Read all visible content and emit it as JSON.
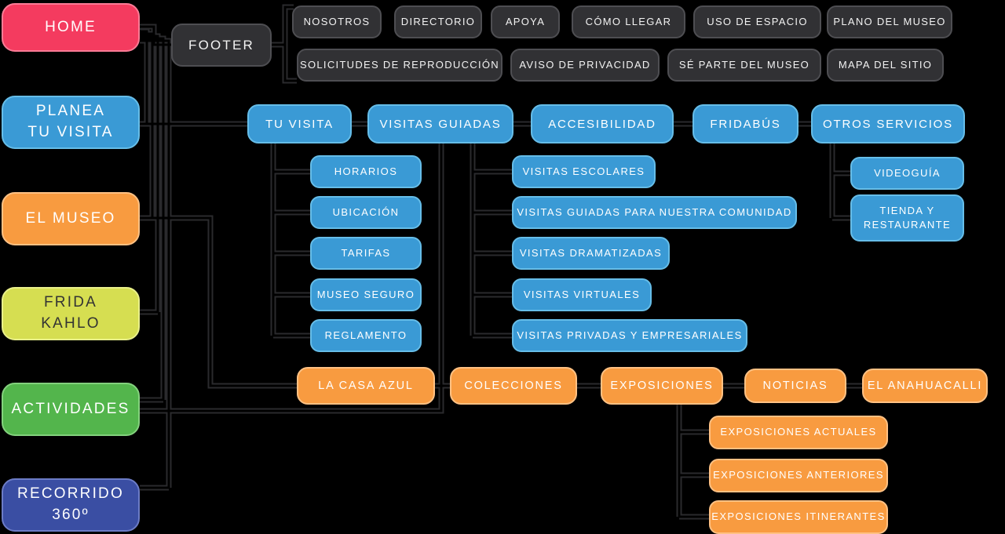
{
  "palette": {
    "pink": "#F43B5F",
    "blue": "#3A9AD5",
    "orange": "#F89B40",
    "lime": "#D6DE51",
    "green": "#53B54C",
    "navy": "#3A4EA3",
    "dark_box": "#313134",
    "line": "#2A2A2D",
    "background": "#000000"
  },
  "main_nav": [
    {
      "id": "home",
      "label": "HOME"
    },
    {
      "id": "planea-tu-visita",
      "label": "PLANEA\nTU VISITA"
    },
    {
      "id": "el-museo",
      "label": "EL MUSEO"
    },
    {
      "id": "frida-kahlo",
      "label": "FRIDA\nKAHLO"
    },
    {
      "id": "actividades",
      "label": "ACTIVIDADES"
    },
    {
      "id": "recorrido-360",
      "label": "RECORRIDO\n360º"
    }
  ],
  "footer": {
    "label": "FOOTER",
    "row1": [
      "NOSOTROS",
      "DIRECTORIO",
      "APOYA",
      "CÓMO LLEGAR",
      "USO DE ESPACIO",
      "PLANO DEL MUSEO"
    ],
    "row2": [
      "SOLICITUDES DE REPRODUCCIÓN",
      "AVISO DE PRIVACIDAD",
      "SÉ PARTE DEL MUSEO",
      "MAPA DEL SITIO"
    ]
  },
  "visita": {
    "items": [
      "TU VISITA",
      "VISITAS GUIADAS",
      "ACCESIBILIDAD",
      "FRIDABÚS",
      "OTROS SERVICIOS"
    ],
    "tu_visita_children": [
      "HORARIOS",
      "UBICACIÓN",
      "TARIFAS",
      "MUSEO SEGURO",
      "REGLAMENTO"
    ],
    "visitas_guiadas_children": [
      "VISITAS ESCOLARES",
      "VISITAS GUIADAS PARA NUESTRA COMUNIDAD",
      "VISITAS DRAMATIZADAS",
      "VISITAS VIRTUALES",
      "VISITAS PRIVADAS Y EMPRESARIALES"
    ],
    "otros_servicios_children": [
      "VIDEOGUÍA",
      "TIENDA Y\nRESTAURANTE"
    ]
  },
  "museo": {
    "items": [
      "LA CASA AZUL",
      "COLECCIONES",
      "EXPOSICIONES",
      "NOTICIAS",
      "EL ANAHUACALLI"
    ],
    "exposiciones_children": [
      "EXPOSICIONES ACTUALES",
      "EXPOSICIONES ANTERIORES",
      "EXPOSICIONES ITINERANTES"
    ]
  }
}
